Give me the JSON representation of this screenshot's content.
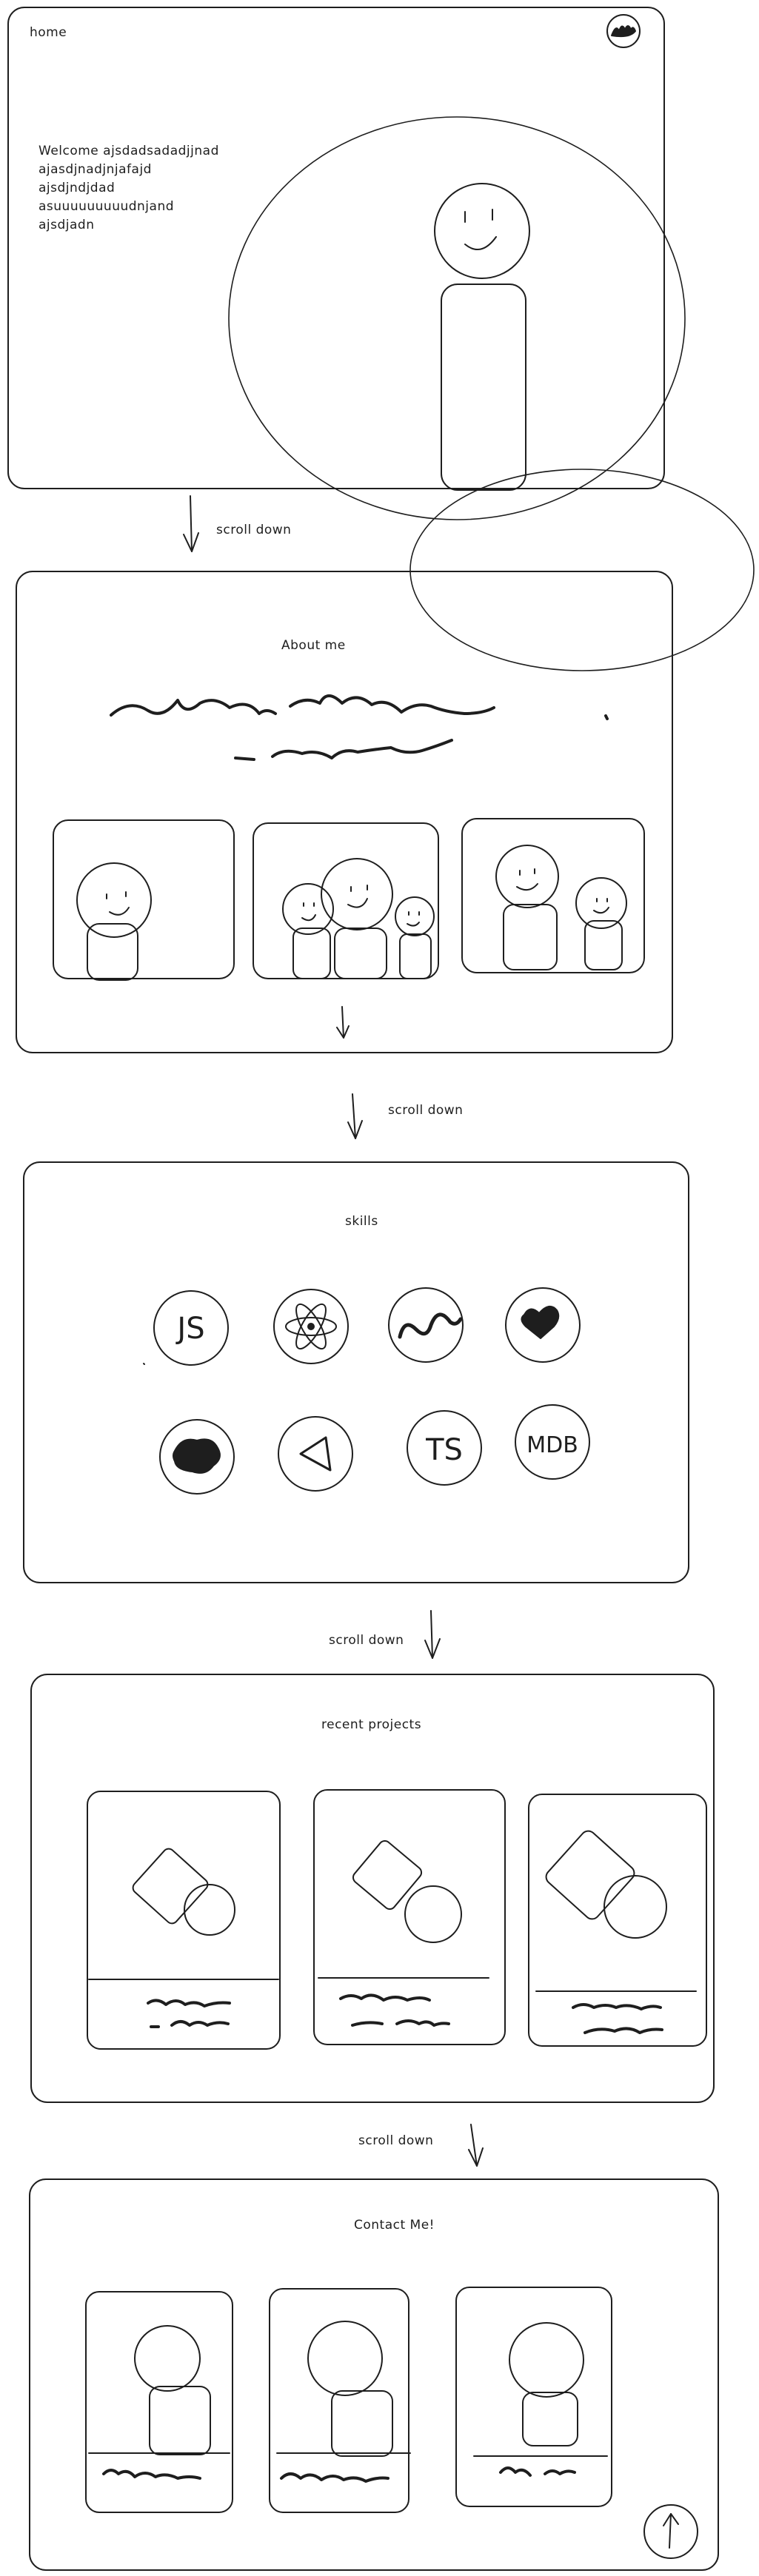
{
  "home": {
    "nav_label": "home",
    "welcome_lines": [
      "Welcome ajsdadsadadjjnad",
      "ajasdjnadjnjafajd",
      "ajsdjndjdad",
      "asuuuuuuuuudnjand",
      "ajsdjadn"
    ]
  },
  "arrows": {
    "scroll_1": "scroll down",
    "scroll_2": "scroll down",
    "scroll_3": "scroll down",
    "scroll_4": "scroll down"
  },
  "about": {
    "title": "About me"
  },
  "skills": {
    "title": "skills",
    "icons": [
      "js-icon",
      "react-icon",
      "snake-icon",
      "heart-icon",
      "blob-icon",
      "triangle-icon",
      "ts-icon",
      "mdb-icon"
    ],
    "icon_labels": [
      "JS",
      "TS",
      "MDB"
    ]
  },
  "projects": {
    "title": "recent projects"
  },
  "contact": {
    "title": "Contact Me!"
  },
  "colors": {
    "stroke": "#1e1e1e",
    "background": "#ffffff"
  }
}
